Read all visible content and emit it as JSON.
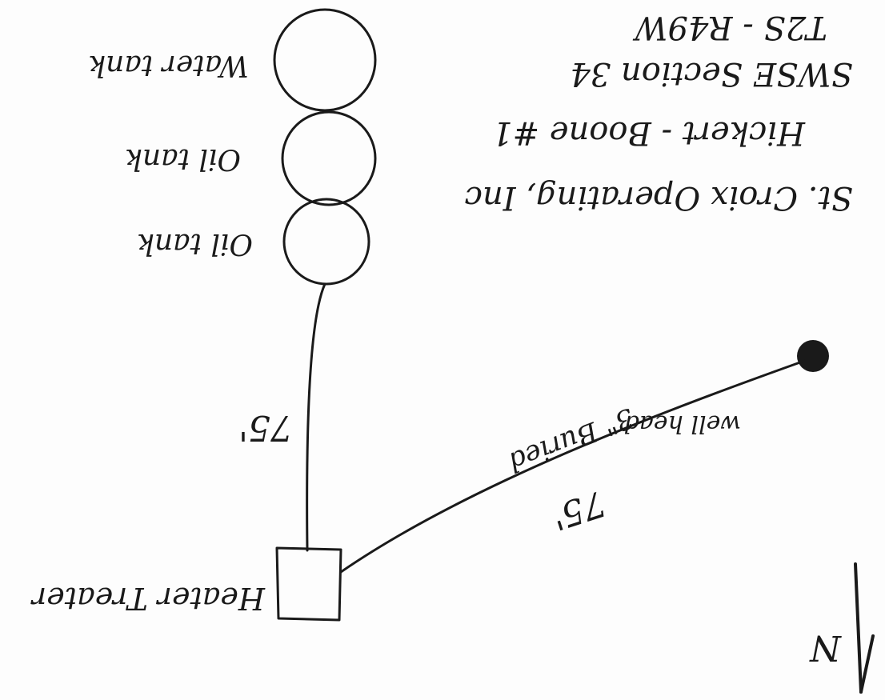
{
  "header": {
    "line1": "St. Croix Operating, Inc",
    "line2": "Hickert - Boone #1",
    "line3": "SWSE Section 34",
    "line4": "T2S - R49W"
  },
  "labels": {
    "water_tank": "Water tank",
    "oil_tank_1": "Oil tank",
    "oil_tank_2": "Oil tank",
    "heater_treater": "Heater Treater",
    "well_head": "well head",
    "line_tanks_distance": "75'",
    "line_well_distance": "75'",
    "line_well_note": "3\" Buried",
    "north": "N"
  },
  "colors": {
    "ink": "#1a1a1a",
    "paper": "#fdfdfd"
  }
}
